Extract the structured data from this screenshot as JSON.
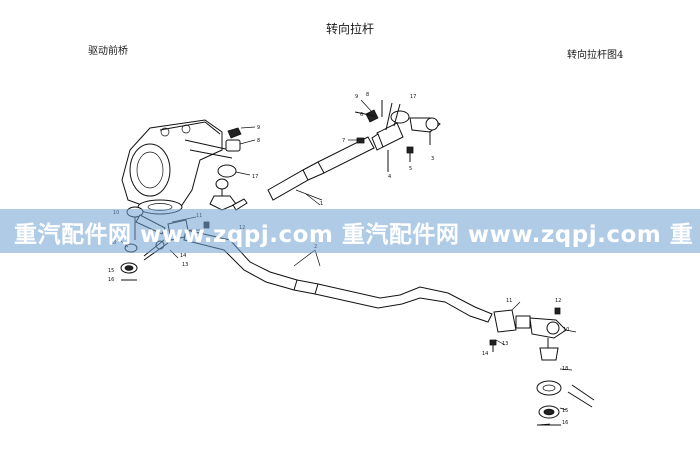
{
  "title": "转向拉杆",
  "subtitle_left": "驱动前桥",
  "subtitle_right": "转向拉杆图4",
  "watermark": "重汽配件网  www.zqpj.com  重汽配件网  www.zqpj.com  重",
  "callouts": {
    "upper_rod": "1",
    "lower_rod": "2",
    "n3": "3",
    "n4": "4",
    "n5": "5",
    "n6": "6",
    "n7": "7",
    "n8": "8",
    "n9": "9",
    "n10": "10",
    "n11": "11",
    "n12": "12",
    "n13": "13",
    "n14": "14",
    "n15": "15",
    "n16": "16",
    "n17": "17",
    "n18": "18"
  }
}
